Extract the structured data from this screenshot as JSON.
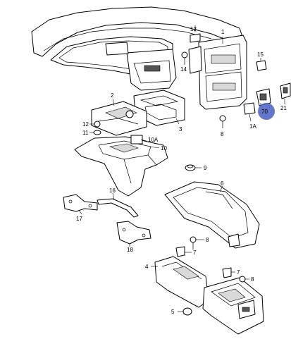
{
  "callouts": {
    "c1": "1",
    "c1a": "1A",
    "c2": "2",
    "c3": "3",
    "c4": "4",
    "c5": "5",
    "c6": "6",
    "c7a": "7",
    "c7b": "7",
    "c8a": "8",
    "c8b": "8",
    "c9": "9",
    "c10": "10",
    "c10a": "10A",
    "c11": "11",
    "c12": "12",
    "c13": "13",
    "c14": "14",
    "c15": "15",
    "c16": "16",
    "c17": "17",
    "c18": "18",
    "c21": "21",
    "c70": "70"
  },
  "colors": {
    "line": "#000000",
    "highlight": "#4a5fc1"
  }
}
